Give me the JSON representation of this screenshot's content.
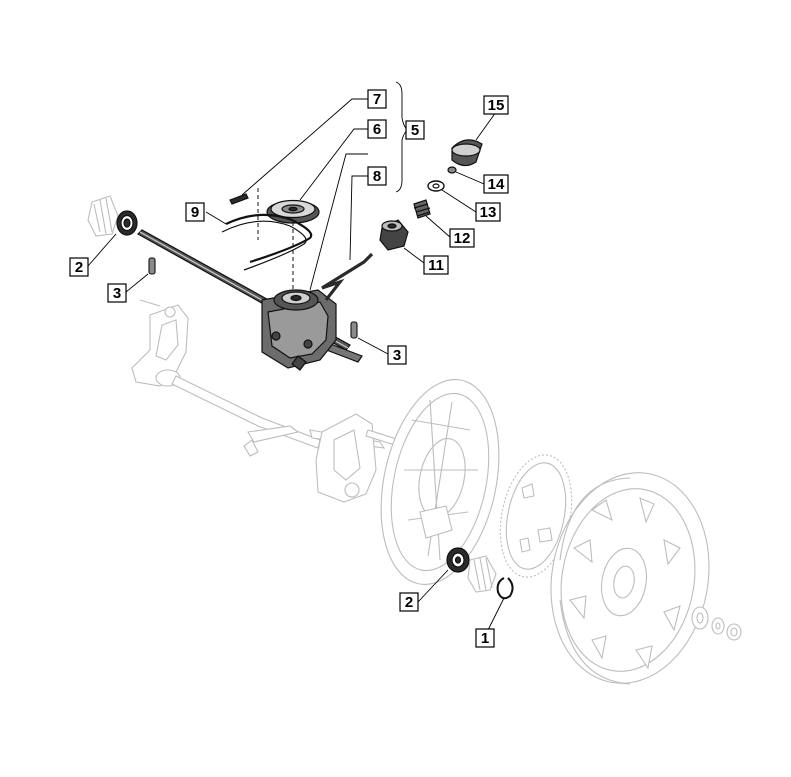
{
  "callouts": {
    "c1": "1",
    "c2a": "2",
    "c2b": "2",
    "c3a": "3",
    "c3b": "3",
    "c5": "5",
    "c6": "6",
    "c7": "7",
    "c8": "8",
    "c9": "9",
    "c11": "11",
    "c12": "12",
    "c13": "13",
    "c14": "14",
    "c15": "15"
  },
  "colors": {
    "ink": "#111111",
    "ghost": "#bdbdbd",
    "background": "#ffffff"
  }
}
